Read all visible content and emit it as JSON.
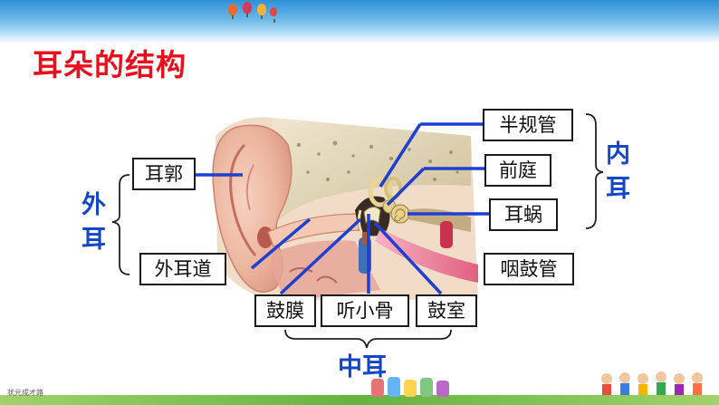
{
  "title": "耳朵的结构",
  "labels": {
    "erkuo": "耳郭",
    "waierdao": "外耳道",
    "guban": "鼓膜",
    "tingxiaogu": "听小骨",
    "gushi": "鼓室",
    "banguiguan": "半规管",
    "qianting": "前庭",
    "erwo": "耳蜗",
    "yanguguan": "咽鼓管"
  },
  "groups": {
    "outer": [
      "外",
      "耳"
    ],
    "inner": [
      "内",
      "耳"
    ],
    "middle": "中耳"
  },
  "colors": {
    "title": "#e8101c",
    "group_text": "#1446c8",
    "leader_line": "#1f3fd0"
  },
  "footer": {
    "text": "状元成才路"
  }
}
